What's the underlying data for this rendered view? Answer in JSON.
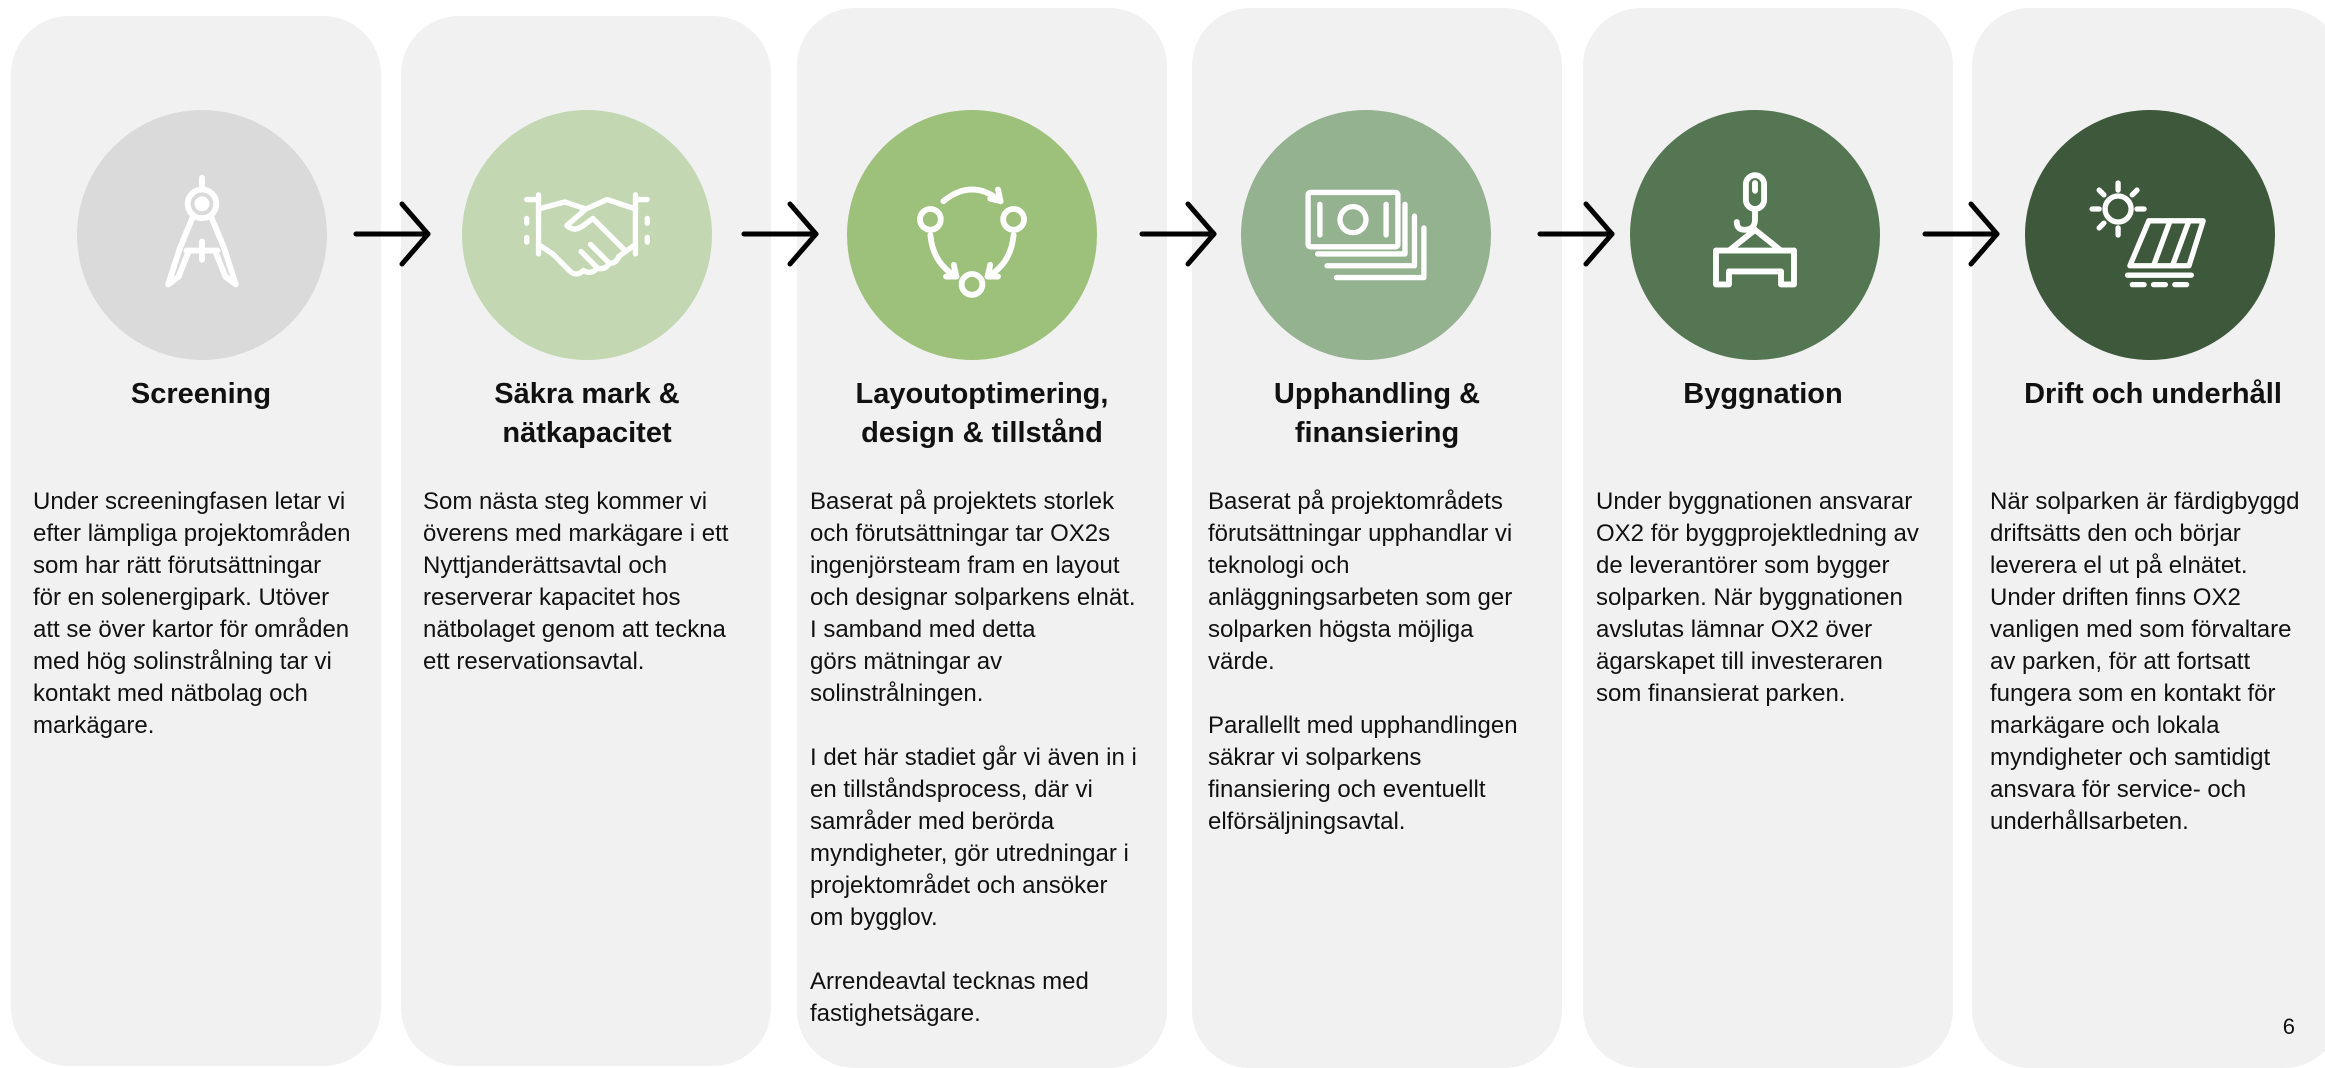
{
  "steps": [
    {
      "title": "Screening",
      "icon": "compass-icon",
      "color": "#dadada",
      "desc": "Under screeningfasen letar vi\nefter lämpliga projektområden\nsom har rätt förutsättningar\nför en solenergipark. Utöver\natt se över kartor för områden\nmed hög solinstrålning tar vi\nkontakt med nätbolag och\nmarkägare."
    },
    {
      "title": "Säkra mark & nätkapacitet",
      "icon": "handshake-icon",
      "color": "#c3d8b2",
      "desc": "Som nästa steg kommer vi\növerens med markägare i ett\nNyttjanderättsavtal och\nreserverar kapacitet hos\nnätbolaget genom att teckna\nett reservationsavtal."
    },
    {
      "title": "Layoutoptimering, design & tillstånd",
      "icon": "cycle-icon",
      "color": "#9dc07b",
      "desc": "Baserat på projektets storlek\noch förutsättningar tar OX2s\ningenjörsteam fram en layout\noch designar solparkens elnät.\nI samband med detta\ngörs mätningar av\nsolinstrålningen.\n\nI det här stadiet går vi även in i\nen tillståndsprocess, där vi\nsamråder med berörda\nmyndigheter, gör utredningar i\nprojektområdet och ansöker\nom bygglov.\n\nArrendeavtal tecknas med\nfastighetsägare."
    },
    {
      "title": "Upphandling & finansiering",
      "icon": "money-icon",
      "color": "#94b190",
      "desc": "Baserat på projektområdets\nförutsättningar upphandlar vi\nteknologi och\nanläggningsarbeten som ger\nsolparken högsta möjliga\nvärde.\n\nParallellt med upphandlingen\nsäkrar vi solparkens\nfinansiering och eventuellt\nelförsäljningsavtal."
    },
    {
      "title": "Byggnation",
      "icon": "crane-hook-icon",
      "color": "#557652",
      "desc": "Under byggnationen ansvarar\nOX2 för byggprojektledning av\nde leverantörer som bygger\nsolparken. När byggnationen\navslutas lämnar OX2 över\nägarskapet till investeraren\nsom finansierat parken."
    },
    {
      "title": "Drift och underhåll",
      "icon": "solar-panel-icon",
      "color": "#3e583c",
      "desc": "När solparken är färdigbyggd\ndriftsätts den och börjar\nleverera el ut på elnätet.\nUnder driften finns OX2\nvanligen med som förvaltare\nav parken, för att fortsatt\nfungera som en kontakt för\nmarkägare och lokala\nmyndigheter och samtidigt\nansvara för service- och\nunderhållsarbeten."
    }
  ],
  "page_number": "6"
}
